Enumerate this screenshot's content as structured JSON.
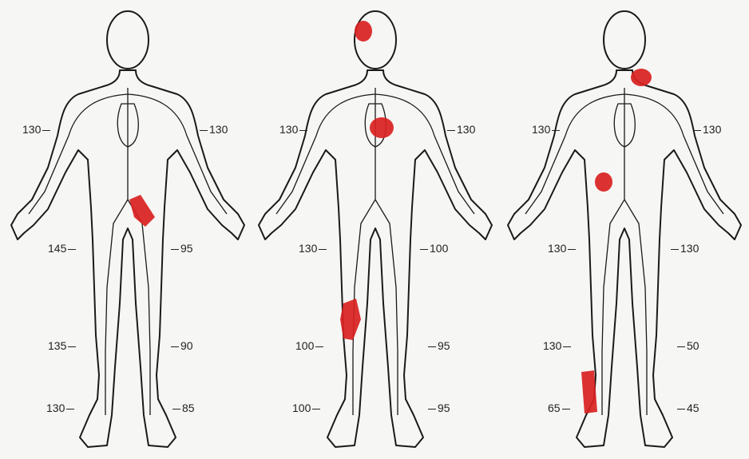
{
  "figures": [
    {
      "id": "figure-1",
      "labels": {
        "arm_left": "130",
        "arm_right": "130",
        "thigh_left": "145",
        "thigh_right": "95",
        "calf_left": "135",
        "calf_right": "90",
        "ankle_left": "130",
        "ankle_right": "85"
      },
      "lesions": [
        "lesion-pelvis-right"
      ]
    },
    {
      "id": "figure-2",
      "labels": {
        "arm_left": "130",
        "arm_right": "130",
        "thigh_left": "130",
        "thigh_right": "100",
        "calf_left": "100",
        "calf_right": "95",
        "ankle_left": "100",
        "ankle_right": "95"
      },
      "lesions": [
        "lesion-head",
        "lesion-heart",
        "lesion-thigh-left"
      ]
    },
    {
      "id": "figure-3",
      "labels": {
        "arm_left": "130",
        "arm_right": "130",
        "thigh_left": "130",
        "thigh_right": "130",
        "calf_left": "130",
        "calf_right": "50",
        "ankle_left": "65",
        "ankle_right": "45"
      },
      "lesions": [
        "lesion-neck-right",
        "lesion-abdomen",
        "lesion-calf-left"
      ]
    }
  ],
  "colors": {
    "lesion": "#d92020",
    "outline": "#1a1a1a",
    "background": "#f6f6f4"
  }
}
